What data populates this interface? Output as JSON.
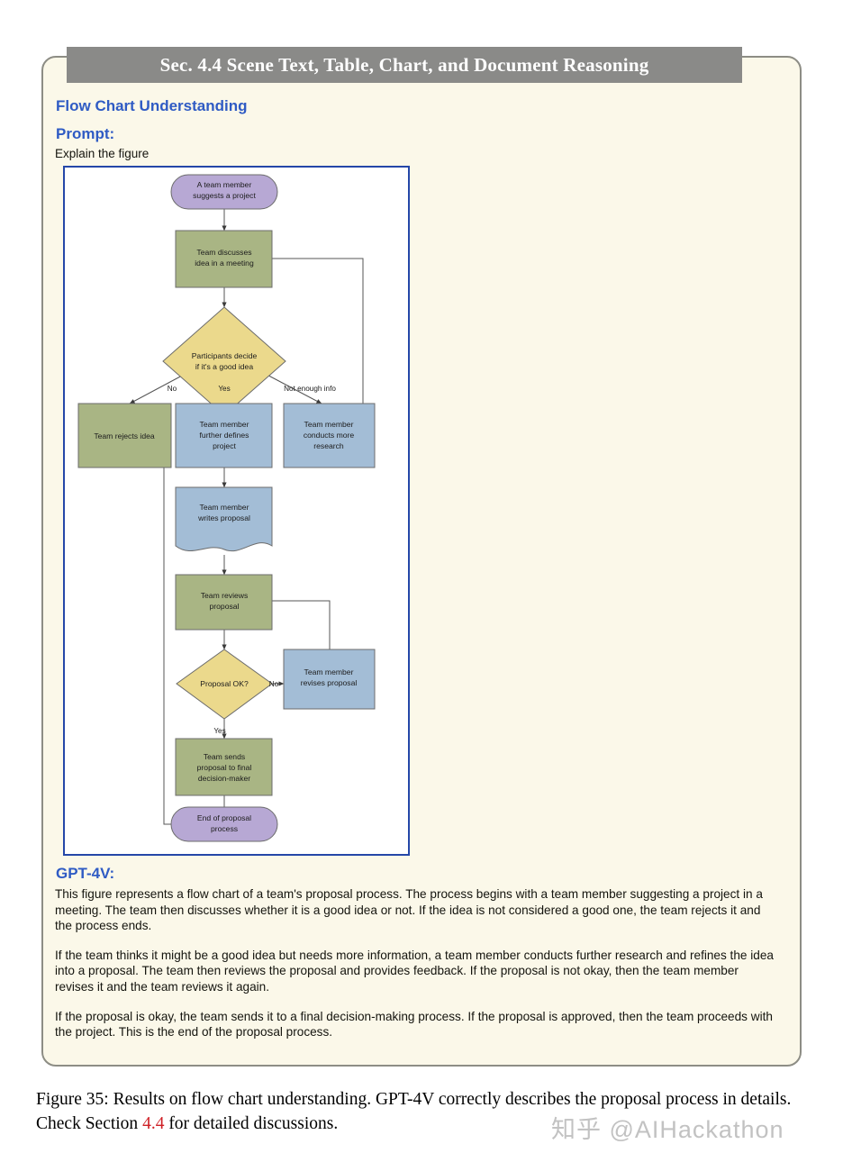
{
  "banner": {
    "title": "Sec. 4.4 Scene Text, Table, Chart, and Document Reasoning"
  },
  "section": {
    "title": "Flow Chart Understanding"
  },
  "prompt": {
    "label": "Prompt:",
    "text": "Explain the figure"
  },
  "answer": {
    "label": "GPT-4V:",
    "paragraphs": [
      "This figure represents a flow chart of a team's proposal process. The process begins with a team member suggesting a project in a meeting. The team then discusses whether it is a good idea or not. If the idea is not considered a good one, the team rejects it and the process ends.",
      "If the team thinks it might be a good idea but needs more information, a team member conducts further research and refines the idea into a proposal. The team then reviews the proposal and provides feedback. If the proposal is not okay, then the team member revises it and the team reviews it again.",
      "If the proposal is okay, the team sends it to a final decision-making process. If the proposal is approved, then the team proceeds with the project. This is the end of the proposal process."
    ]
  },
  "caption": {
    "prefix": "Figure 35: Results on flow chart understanding. GPT-4V correctly describes the proposal process in details. Check Section ",
    "section_ref": "4.4",
    "suffix": " for detailed discussions."
  },
  "watermark": {
    "text": "知乎 @AIHackathon"
  },
  "colors": {
    "banner_bg": "#8a8a88",
    "card_bg": "#fbf8e9",
    "heading_blue": "#2f5bc4",
    "figure_border": "#2547a8",
    "node_purple": "#b7a8d4",
    "node_green": "#a9b584",
    "node_blue": "#a3bdd6",
    "node_yellow": "#ebd98c",
    "node_stroke": "#6c6c6c",
    "caption_red": "#cf2026"
  },
  "chart_data": {
    "type": "diagram",
    "title": "Team proposal process flow chart",
    "nodes": [
      {
        "id": "start",
        "shape": "terminator",
        "color": "#b7a8d4",
        "lines": [
          "A team member",
          "suggests a project"
        ]
      },
      {
        "id": "discuss",
        "shape": "process",
        "color": "#a9b584",
        "lines": [
          "Team discusses",
          "idea in a meeting"
        ]
      },
      {
        "id": "decide",
        "shape": "decision",
        "color": "#ebd98c",
        "lines": [
          "Participants decide",
          "if it's a good idea"
        ]
      },
      {
        "id": "reject",
        "shape": "process",
        "color": "#a9b584",
        "lines": [
          "Team rejects idea"
        ]
      },
      {
        "id": "define",
        "shape": "process",
        "color": "#a3bdd6",
        "lines": [
          "Team member",
          "further defines",
          "project"
        ]
      },
      {
        "id": "research",
        "shape": "process",
        "color": "#a3bdd6",
        "lines": [
          "Team member",
          "conducts more",
          "research"
        ]
      },
      {
        "id": "writes",
        "shape": "document",
        "color": "#a3bdd6",
        "lines": [
          "Team member",
          "writes proposal"
        ]
      },
      {
        "id": "review",
        "shape": "process",
        "color": "#a9b584",
        "lines": [
          "Team reviews",
          "proposal"
        ]
      },
      {
        "id": "ok",
        "shape": "decision",
        "color": "#ebd98c",
        "lines": [
          "Proposal OK?"
        ]
      },
      {
        "id": "revise",
        "shape": "process",
        "color": "#a3bdd6",
        "lines": [
          "Team member",
          "revises proposal"
        ]
      },
      {
        "id": "send",
        "shape": "process",
        "color": "#a9b584",
        "lines": [
          "Team sends",
          "proposal to final",
          "decision-maker"
        ]
      },
      {
        "id": "end",
        "shape": "terminator",
        "color": "#b7a8d4",
        "lines": [
          "End of proposal",
          "process"
        ]
      }
    ],
    "edges": [
      {
        "from": "start",
        "to": "discuss",
        "label": ""
      },
      {
        "from": "discuss",
        "to": "decide",
        "label": ""
      },
      {
        "from": "decide",
        "to": "reject",
        "label": "No"
      },
      {
        "from": "decide",
        "to": "define",
        "label": "Yes"
      },
      {
        "from": "decide",
        "to": "research",
        "label": "Not enough info"
      },
      {
        "from": "research",
        "to": "discuss",
        "label": ""
      },
      {
        "from": "define",
        "to": "writes",
        "label": ""
      },
      {
        "from": "writes",
        "to": "review",
        "label": ""
      },
      {
        "from": "review",
        "to": "ok",
        "label": ""
      },
      {
        "from": "ok",
        "to": "revise",
        "label": "No"
      },
      {
        "from": "revise",
        "to": "review",
        "label": ""
      },
      {
        "from": "ok",
        "to": "send",
        "label": "Yes"
      },
      {
        "from": "send",
        "to": "end",
        "label": ""
      },
      {
        "from": "reject",
        "to": "end",
        "label": ""
      }
    ],
    "edge_labels": [
      "No",
      "Yes",
      "Not enough info",
      "No",
      "Yes"
    ]
  }
}
